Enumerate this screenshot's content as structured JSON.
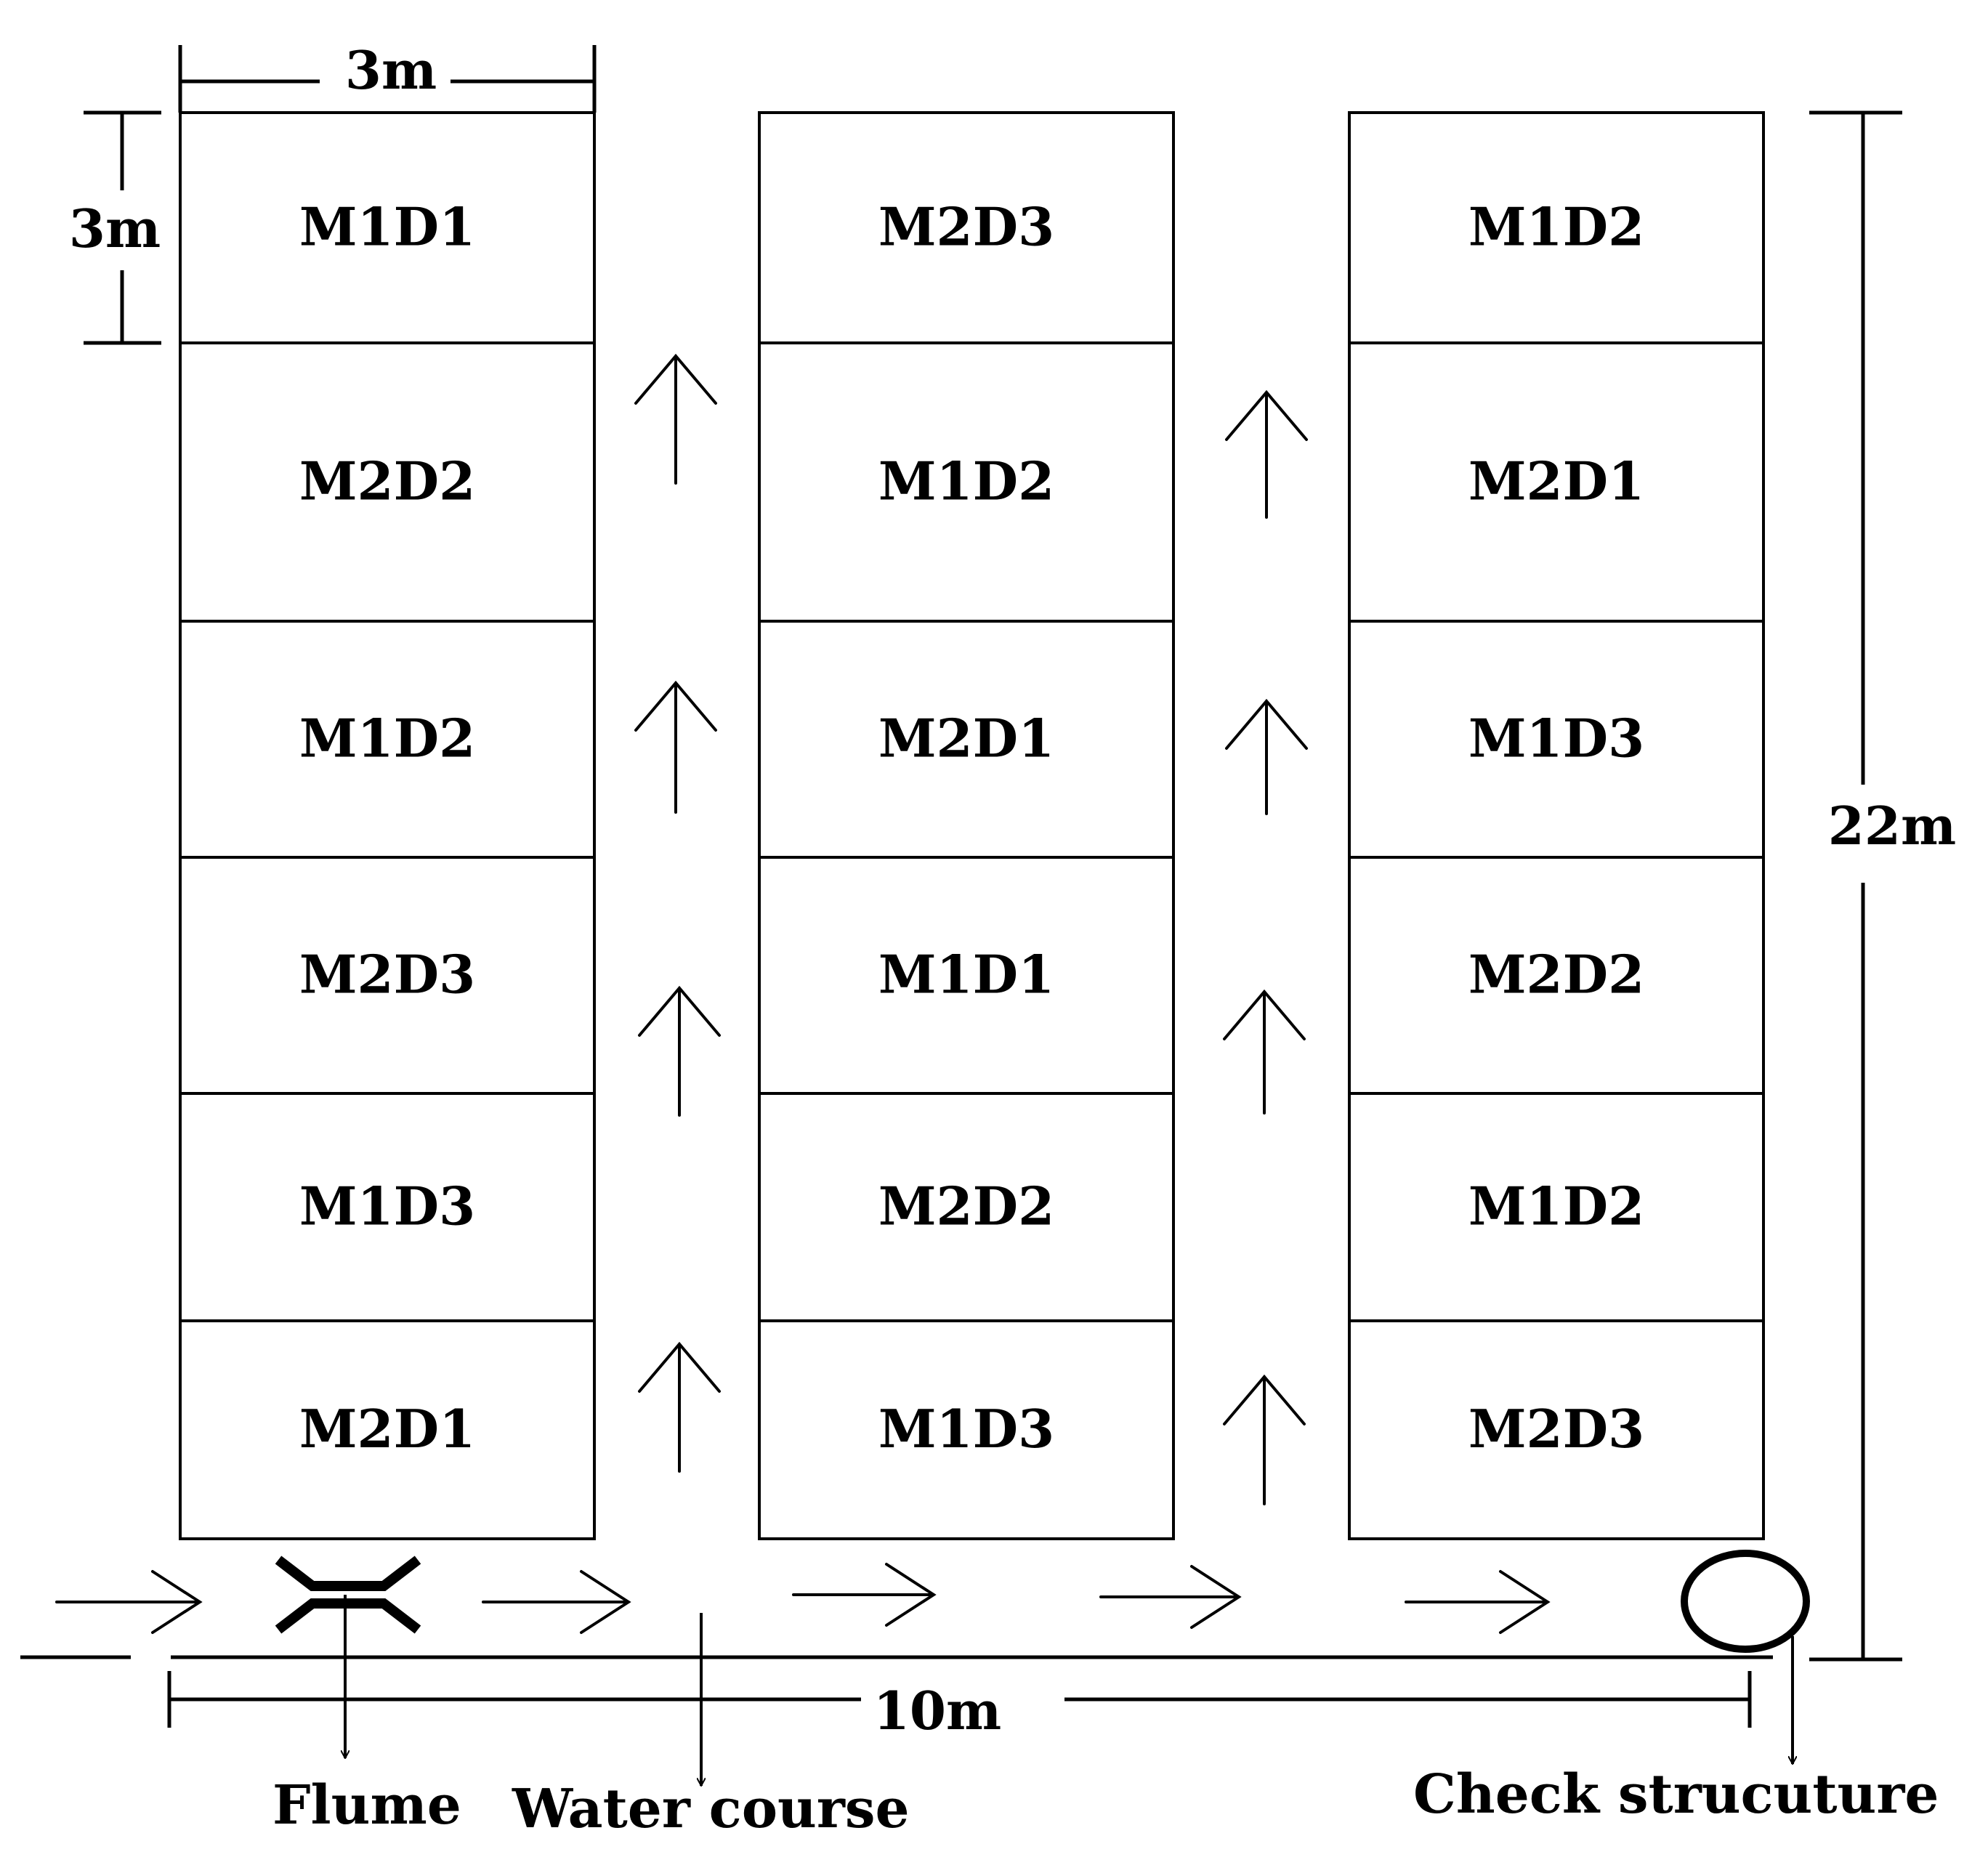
{
  "diagram": {
    "columns": [
      {
        "plots": [
          "M1D1",
          "M2D2",
          "M1D2",
          "M2D3",
          "M1D3",
          "M2D1"
        ]
      },
      {
        "plots": [
          "M2D3",
          "M1D2",
          "M2D1",
          "M1D1",
          "M2D2",
          "M1D3"
        ]
      },
      {
        "plots": [
          "M1D2",
          "M2D1",
          "M1D3",
          "M2D2",
          "M1D2",
          "M2D3"
        ]
      }
    ],
    "dimensions": {
      "plot_width": "3m",
      "plot_height": "3m",
      "total_length": "22m",
      "total_width": "10m"
    },
    "labels": {
      "flume": "Flume",
      "water_course": "Water course",
      "check_structure": "Check strucuture"
    }
  }
}
